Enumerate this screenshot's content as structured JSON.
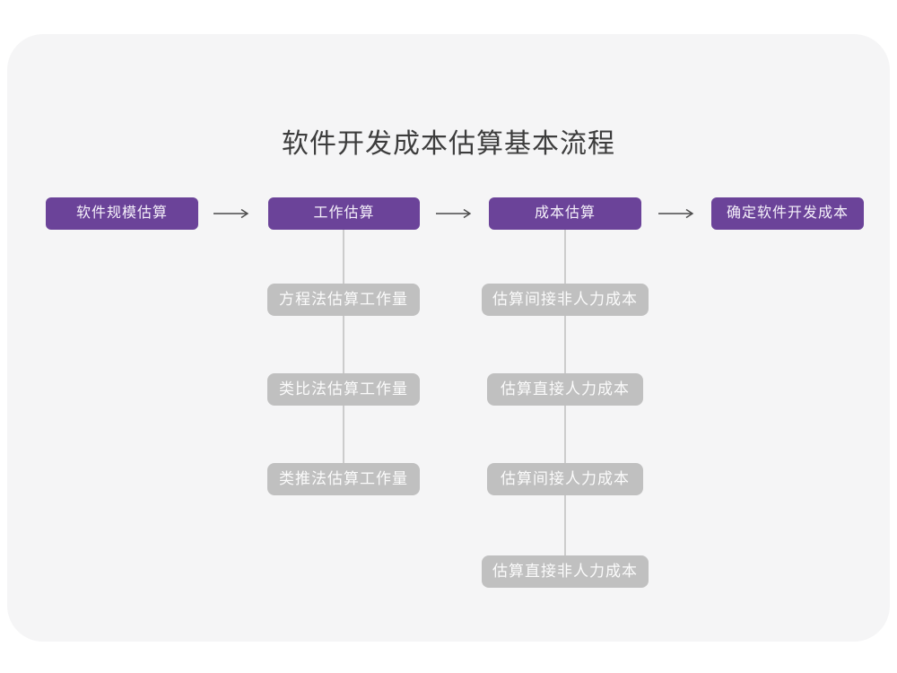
{
  "title": "软件开发成本估算基本流程",
  "colors": {
    "card_background": "#f5f5f6",
    "primary_node": "#6b4399",
    "primary_node_text": "#f5f1fa",
    "sub_node": "#c0c0c0",
    "sub_node_text": "#fbfbfb",
    "connector_line": "#cccccc",
    "arrow": "#4a4a4a",
    "title_text": "#3d3d3d"
  },
  "flow": {
    "nodes": [
      {
        "label": "软件规模估算"
      },
      {
        "label": "工作估算"
      },
      {
        "label": "成本估算"
      },
      {
        "label": "确定软件开发成本"
      }
    ],
    "arrow_icon": "arrow-right-icon"
  },
  "work_estimation_methods": {
    "parent": "工作估算",
    "items": [
      {
        "label": "方程法估算工作量"
      },
      {
        "label": "类比法估算工作量"
      },
      {
        "label": "类推法估算工作量"
      }
    ]
  },
  "cost_estimation_steps": {
    "parent": "成本估算",
    "items": [
      {
        "label": "估算间接非人力成本"
      },
      {
        "label": "估算直接人力成本"
      },
      {
        "label": "估算间接人力成本"
      },
      {
        "label": "估算直接非人力成本"
      }
    ]
  }
}
